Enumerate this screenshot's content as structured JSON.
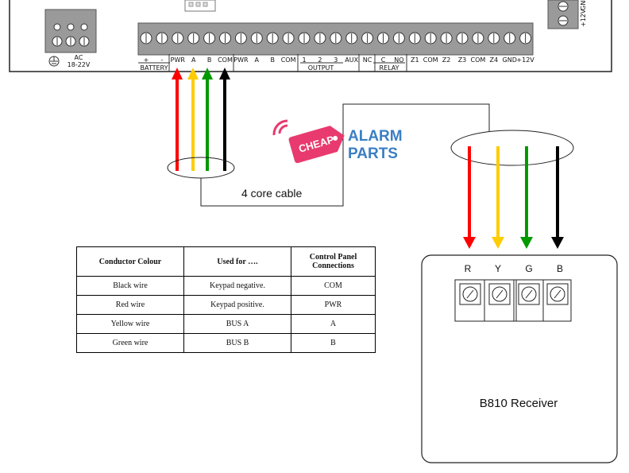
{
  "panel": {
    "ac_terminal": {
      "label": "AC",
      "sublabel": "18-22V"
    },
    "top_right_labels": [
      "+12V",
      "GND"
    ],
    "terminal_labels": [
      "+",
      "-",
      "PWR",
      "A",
      "B",
      "COM",
      "PWR",
      "A",
      "B",
      "COM",
      "1",
      "2",
      "3",
      "AUX",
      "NC",
      "C",
      "NO",
      "Z1",
      "COM",
      "Z2",
      "Z3",
      "COM",
      "Z4",
      "GND",
      "+12V"
    ],
    "group_labels": {
      "battery": "BATTERY",
      "output": "OUTPUT",
      "relay": "RELAY"
    }
  },
  "cable": {
    "label": "4 core cable"
  },
  "logo": {
    "line1": "CHEAP",
    "line2": "ALARM",
    "line3": "PARTS"
  },
  "wire_colors": {
    "red": "#ff0000",
    "yellow": "#ffcc00",
    "green": "#009900",
    "black": "#000000"
  },
  "receiver": {
    "title": "B810 Receiver",
    "terminal_labels": [
      "R",
      "Y",
      "G",
      "B"
    ]
  },
  "table": {
    "headers": [
      "Conductor Colour",
      "Used for ….",
      "Control Panel Connections"
    ],
    "rows": [
      [
        "Black wire",
        "Keypad negative.",
        "COM"
      ],
      [
        "Red wire",
        "Keypad positive.",
        "PWR"
      ],
      [
        "Yellow wire",
        "BUS A",
        "A"
      ],
      [
        "Green wire",
        "BUS B",
        "B"
      ]
    ]
  }
}
